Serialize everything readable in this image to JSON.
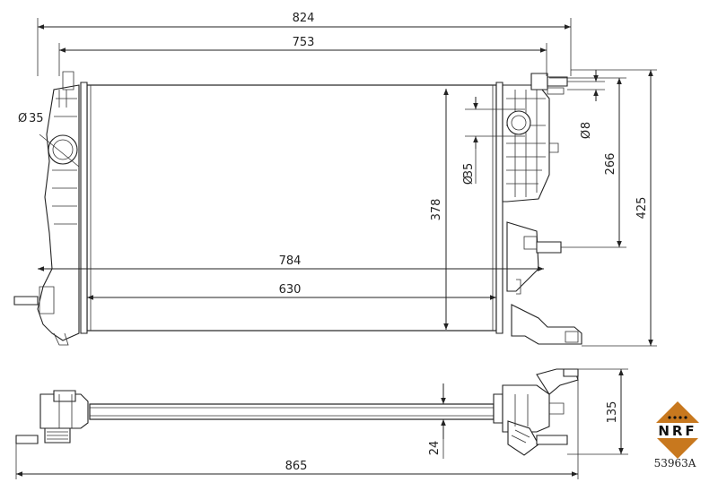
{
  "dimensions": {
    "overall_width": "824",
    "core_width": "753",
    "core_height": "378",
    "mid_width": "784",
    "inner_width": "630",
    "overall_height": "425",
    "port_span": "266",
    "inlet_diameter_left": "35",
    "inlet_diameter_right": "35",
    "bleed_diameter": "8",
    "depth": "135",
    "core_depth": "24",
    "bottom_width": "865"
  },
  "diameter_symbol": "Ø",
  "logo": {
    "text": "NRF",
    "color": "#c8781e"
  },
  "part_code": "53963A"
}
